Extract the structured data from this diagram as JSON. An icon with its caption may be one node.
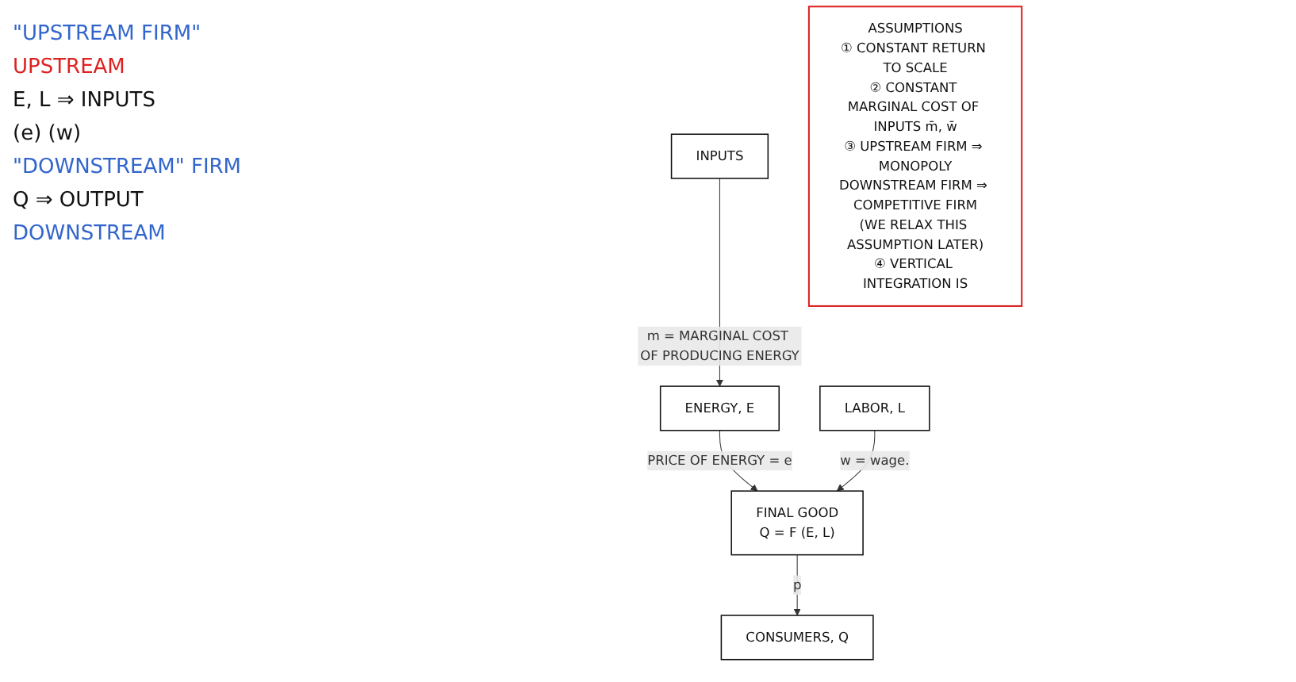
{
  "diagram": {
    "nodes": [
      {
        "text": [
          "INPUTS"
        ]
      },
      {
        "text": [
          "ENERGY, E"
        ]
      },
      {
        "text": [
          "LABOR, L"
        ]
      },
      {
        "text": [
          "FINAL GOOD",
          "Q = F (E, L)"
        ]
      },
      {
        "text": [
          "CONSUMERS, Q"
        ]
      },
      {
        "text": [
          "ASSUMPTIONS",
          "① CONSTANT RETURN TO SCALE",
          "② CONSTANT MARGINAL COST OF INPUTS m̄, w̄",
          "③ UPSTREAM FIRM ⇒ MONOPOLY",
          "DOWNSTREAM FIRM ⇒ COMPETITIVE FIRM",
          "(WE RELAX THIS ASSUMPTION LATER)",
          "④ VERTICAL INTEGRATION IS"
        ]
      }
    ],
    "edges": [
      {
        "from": 0,
        "to": 1,
        "arrow": "to",
        "label": "m = MARGINAL COST OF PRODUCING ENERGY"
      },
      {
        "from": 1,
        "to": 3,
        "arrow": "to",
        "label": "PRICE OF ENERGY = e"
      },
      {
        "from": 2,
        "to": 3,
        "arrow": "to",
        "label": "w = wage."
      },
      {
        "from": 3,
        "to": 4,
        "arrow": "to",
        "label": "p"
      }
    ],
    "labels": [
      "\"UPSTREAM FIRM\"",
      "UPSTREAM",
      "E, L ⇒ INPUTS",
      "(e) (w)",
      "\"DOWNSTREAM\" FIRM",
      "Q ⇒ OUTPUT",
      "DOWNSTREAM"
    ]
  }
}
